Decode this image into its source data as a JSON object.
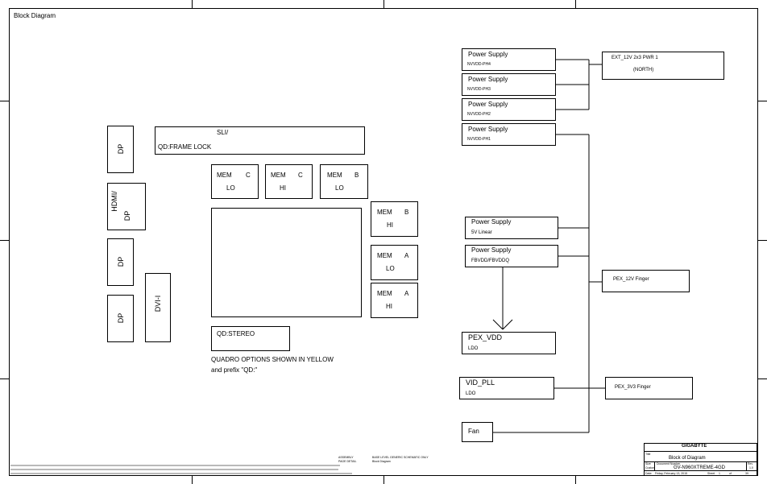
{
  "sheet_title": "Block Diagram",
  "connectors": {
    "dp_1": "DP",
    "hdmi_line1": "HDMI/",
    "hdmi_line2": "DP",
    "dp_2": "DP",
    "dp_3": "DP",
    "dvi": "DVI-I"
  },
  "sli": {
    "line1": "SLI/",
    "line2": "QD:FRAME LOCK"
  },
  "memory": {
    "c_lo": {
      "name": "MEM",
      "ch": "C",
      "half": "LO"
    },
    "c_hi": {
      "name": "MEM",
      "ch": "C",
      "half": "HI"
    },
    "b_lo": {
      "name": "MEM",
      "ch": "B",
      "half": "LO"
    },
    "b_hi": {
      "name": "MEM",
      "ch": "B",
      "half": "HI"
    },
    "a_lo": {
      "name": "MEM",
      "ch": "A",
      "half": "LO"
    },
    "a_hi": {
      "name": "MEM",
      "ch": "A",
      "half": "HI"
    }
  },
  "stereo": "QD:STEREO",
  "quadro_note": {
    "line1": "QUADRO OPTIONS SHOWN IN YELLOW",
    "line2": "and prefix \"QD:\""
  },
  "power": {
    "ph4": {
      "title": "Power Supply",
      "sub": "NVVDD-PH4"
    },
    "ph3": {
      "title": "Power Supply",
      "sub": "NVVDD-PH3"
    },
    "ph2": {
      "title": "Power Supply",
      "sub": "NVVDD-PH2"
    },
    "ph1": {
      "title": "Power Supply",
      "sub": "NVVDD-PH1"
    },
    "linear5v": {
      "title": "Power Supply",
      "sub": "5V Linear"
    },
    "fbvdd": {
      "title": "Power Supply",
      "sub": "FBVDD/FBVDDQ"
    }
  },
  "ldo": {
    "pex_vdd": {
      "title": "PEX_VDD",
      "sub": "LDO"
    },
    "vid_pll": {
      "title": "VID_PLL",
      "sub": "LDO"
    }
  },
  "fan": "Fan",
  "ext_pwr": {
    "line1": "EXT_12V 2x3 PWR 1",
    "line2": "(NORTH)"
  },
  "pex_12v": "PEX_12V Finger",
  "pex_3v3": "PEX_3V3 Finger",
  "title_block": {
    "company": "GIGABYTE",
    "title_label": "Title",
    "title_value": "Block of Diagram",
    "size_label": "Size",
    "docnum_label": "Document Number",
    "docnum_value": "GV-N960XTREME-4GD",
    "rev_label": "Rev",
    "rev_value": "1.0",
    "custom_label": "Custom",
    "date_label": "Date:",
    "date_value": "Friday, February 13, 2015",
    "sheet_label": "Sheet",
    "sheet_value": "1",
    "of_label": "of",
    "of_value": "39"
  },
  "footer": {
    "assembly_label": "ASSEMBLY",
    "page_detail_label": "PAGE DETAIL",
    "base_level": "BASE LEVEL GENERIC SCHEMATIC ONLY",
    "block_diagram": "Block Diagram"
  }
}
